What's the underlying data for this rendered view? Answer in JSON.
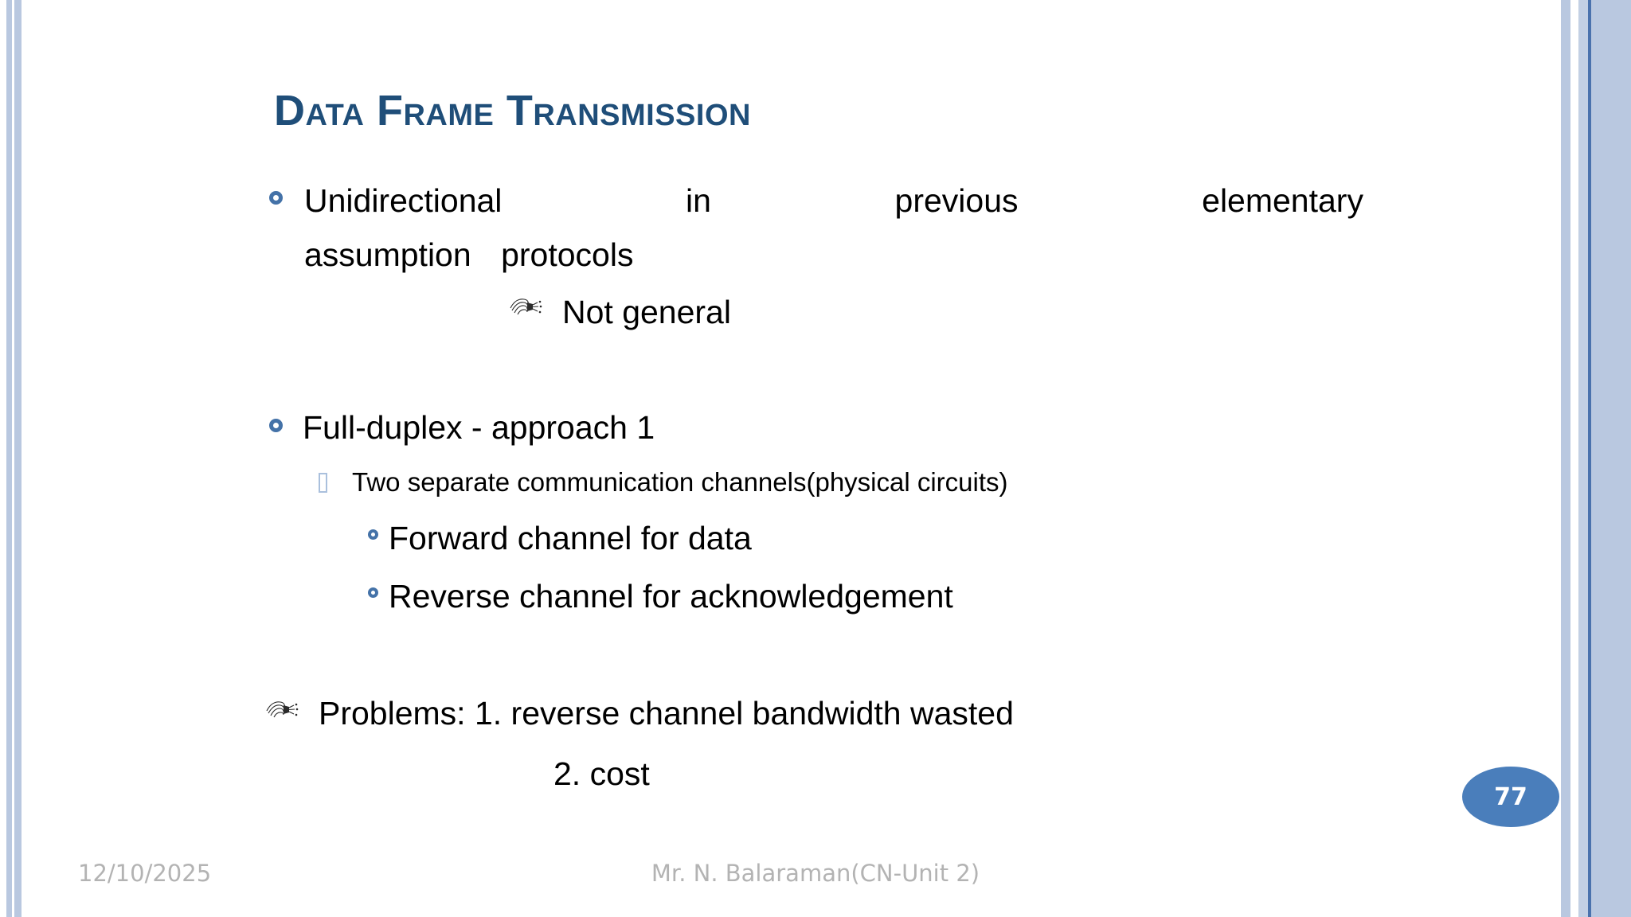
{
  "slide": {
    "title": "Data Frame Transmission",
    "page_number": "77",
    "accent_title_color": "#1f4e79",
    "accent_bullet_color": "#4472a8",
    "band_color": "#b9c8e0",
    "badge_color": "#4a7ebb",
    "footer_color": "#b3b3b3",
    "watermark": ""
  },
  "content": {
    "bullet1": {
      "line1_part1": "Unidirectional",
      "line1_part2": "in",
      "line1_part3": "previous",
      "line1_part4": "elementary",
      "line2_part1": "assumption",
      "line2_part2": "protocols"
    },
    "not_general": "Not general",
    "full_duplex": "Full-duplex - approach 1",
    "two_channels": "Two separate communication channels(physical circuits)",
    "forward_channel": "Forward channel for data",
    "reverse_channel": "Reverse channel for acknowledgement",
    "problems_line1": "Problems: 1. reverse channel bandwidth wasted",
    "problems_line2": "2. cost"
  },
  "footer": {
    "date": "12/10/2025",
    "author": "Mr. N. Balaraman(CN-Unit 2)"
  },
  "icons": {
    "ring_bullet": "circle-outline-bullet-icon",
    "box_bullet": "square-outline-bullet-icon",
    "hand_bullet": "pointing-hand-bullet-icon"
  }
}
